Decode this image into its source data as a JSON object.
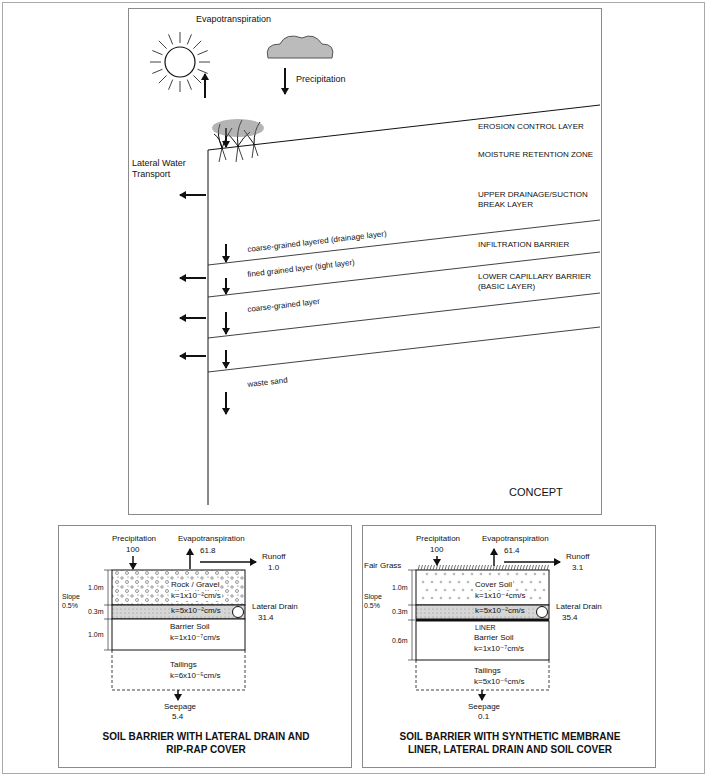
{
  "diagram": {
    "nodes": [
      {
        "text": [
          "CONCEPT"
        ]
      },
      {
        "text": [
          "SOIL BARRIER WITH LATERAL DRAIN AND RIP-RAP COVER"
        ]
      },
      {
        "text": [
          "SOIL BARRIER WITH SYNTHETIC MEMBRANE LINER, LATERAL DRAIN AND SOIL COVER"
        ]
      }
    ],
    "labels": [
      "Evapotranspiration",
      "Precipitation",
      "Lateral Water Transport",
      "coarse-grained layered (drainage layer)",
      "fined grained layer (tight layer)",
      "coarse-grained layer",
      "waste sand",
      "EROSION CONTROL LAYER",
      "MOISTURE RETENTION ZONE",
      "UPPER DRAINAGE/SUCTION BREAK LAYER",
      "INFILTRATION BARRIER",
      "LOWER CAPILLARY BARRIER (BASIC LAYER)",
      "Precipitation",
      "100",
      "Evapotranspiration",
      "61.8",
      "Runoff",
      "1.0",
      "Slope",
      "0.5%",
      "1.0m",
      "0.3m",
      "1.0m",
      "Rock / Gravel",
      "k=1x10⁻²cm/s",
      "k=5x10⁻²cm/s",
      "Lateral Drain",
      "31.4",
      "Barrier Soil",
      "k=1x10⁻⁷cm/s",
      "Tailings",
      "k=6x10⁻⁵cm/s",
      "Seepage",
      "5.4",
      "Precipitation",
      "100",
      "Evapotranspiration",
      "61.4",
      "Runoff",
      "3.1",
      "Fair Grass",
      "Slope",
      "0.5%",
      "1.0m",
      "0.3m",
      "0.6m",
      "Cover Soil",
      "k=1x10⁻⁴cm/s",
      "k=5x10⁻²cm/s",
      "Lateral Drain",
      "35.4",
      "LINER",
      "Barrier Soil",
      "k=1x10⁻⁷cm/s",
      "Tailings",
      "k=5x10⁻⁶cm/s",
      "Seepage",
      "0.1"
    ]
  }
}
